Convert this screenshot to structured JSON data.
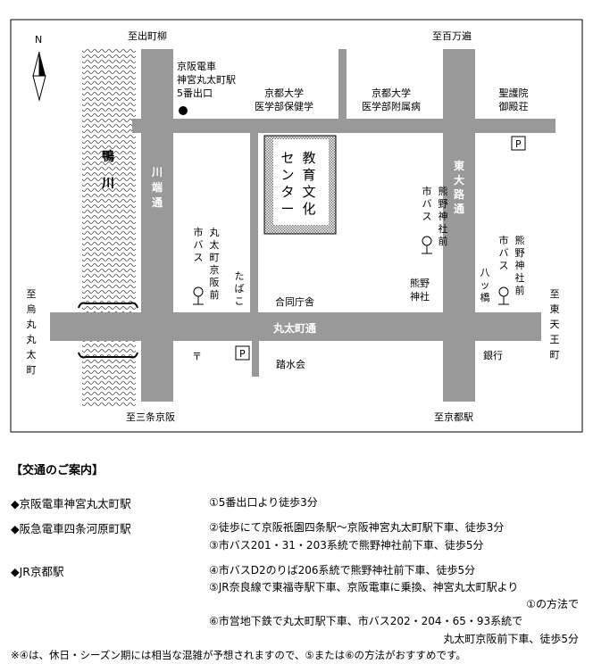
{
  "map": {
    "compass": {
      "label": "N"
    },
    "roads": {
      "kawabata": "川端通",
      "higashioji": "東大路通",
      "marutamachi": "丸太町通"
    },
    "river": {
      "label": "鴨川"
    },
    "building": {
      "label": "教育文化センター"
    },
    "directions": {
      "north_left": "至出町柳",
      "north_right": "至百万遍",
      "south_left": "至三条京阪",
      "south_right": "至京都駅",
      "west": "至烏丸丸太町",
      "east": "至東天王町"
    },
    "places": {
      "keihan_station": "京阪電車神宮丸太町駅5番出口",
      "med_health": "京都大学医学部保健学科",
      "med_hospital": "京都大学医学部附属病院",
      "shogoin": "聖護院御殿荘",
      "goudou": "合同庁舎",
      "tousuikai": "踏水会",
      "bank": "銀行",
      "tabako": "たばこ",
      "hatsuhashi": "八ッ橋",
      "kumano_shrine": "熊野神社",
      "post": "〒",
      "bus_kumano_north": "市バス熊野神社前",
      "bus_kumano_south": "市バス熊野神社前",
      "bus_marutamachi": "市バス丸太町京阪前",
      "parking": "P"
    }
  },
  "guide": {
    "title": "【交通のご案内】",
    "routes": [
      {
        "from": "◆京阪電車神宮丸太町駅",
        "lines": [
          "①5番出口より徒歩3分"
        ]
      },
      {
        "from": "◆阪急電車四条河原町駅",
        "lines": [
          "②徒歩にて京阪祇園四条駅～京阪神宮丸太町駅下車、徒歩3分",
          "③市バス201・31・203系統で熊野神社前下車、徒歩5分"
        ]
      },
      {
        "from": "◆JR京都駅",
        "lines": [
          "④市バスD2のりば206系統で熊野神社前下車、徒歩5分",
          "⑤JR奈良線で東福寺駅下車、京阪電車に乗換、神宮丸太町駅より",
          "①の方法で",
          "⑥市営地下鉄で丸太町駅下車、市バス202・204・65・93系統で",
          "丸太町京阪前下車、徒歩5分"
        ]
      }
    ],
    "note": "※④は、休日・シーズン期には相当な混雑が予想されますので、⑤または⑥の方法がおすすめです。"
  }
}
